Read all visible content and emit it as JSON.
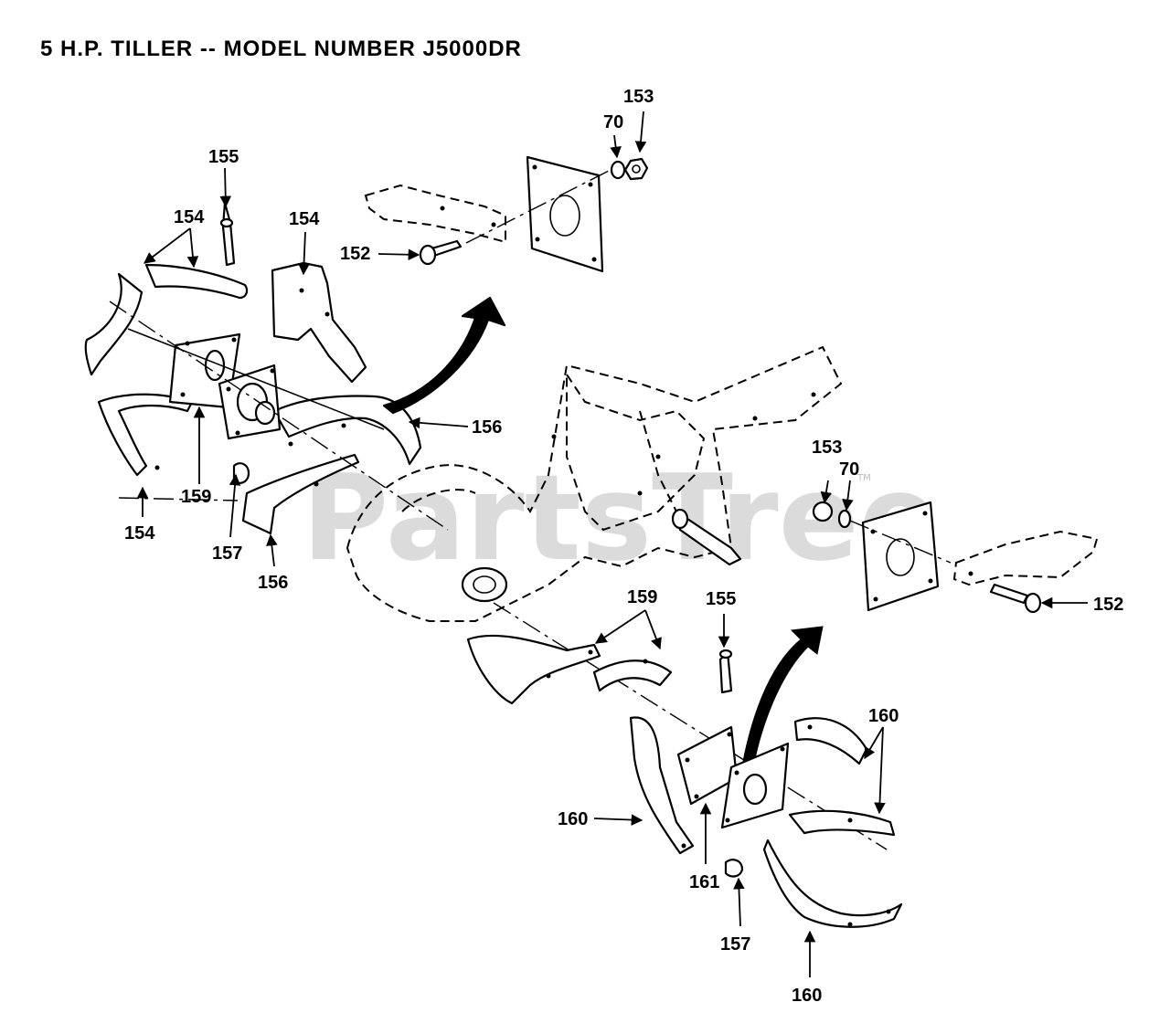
{
  "title": "5 H.P. TILLER -- MODEL NUMBER J5000DR",
  "watermark": "PartsTree",
  "watermark_mark": "TM",
  "callouts": {
    "c153_top": "153",
    "c70_top": "70",
    "c155_left": "155",
    "c154_upper_left": "154",
    "c154_upper_mid": "154",
    "c152_top": "152",
    "c156_right": "156",
    "c159_left": "159",
    "c154_lower": "154",
    "c157_left": "157",
    "c156_lower": "156",
    "c153_right": "153",
    "c70_right": "70",
    "c152_right": "152",
    "c159_lower": "159",
    "c155_lower": "155",
    "c160_right": "160",
    "c160_left": "160",
    "c161": "161",
    "c157_lower": "157",
    "c160_bottom": "160"
  }
}
